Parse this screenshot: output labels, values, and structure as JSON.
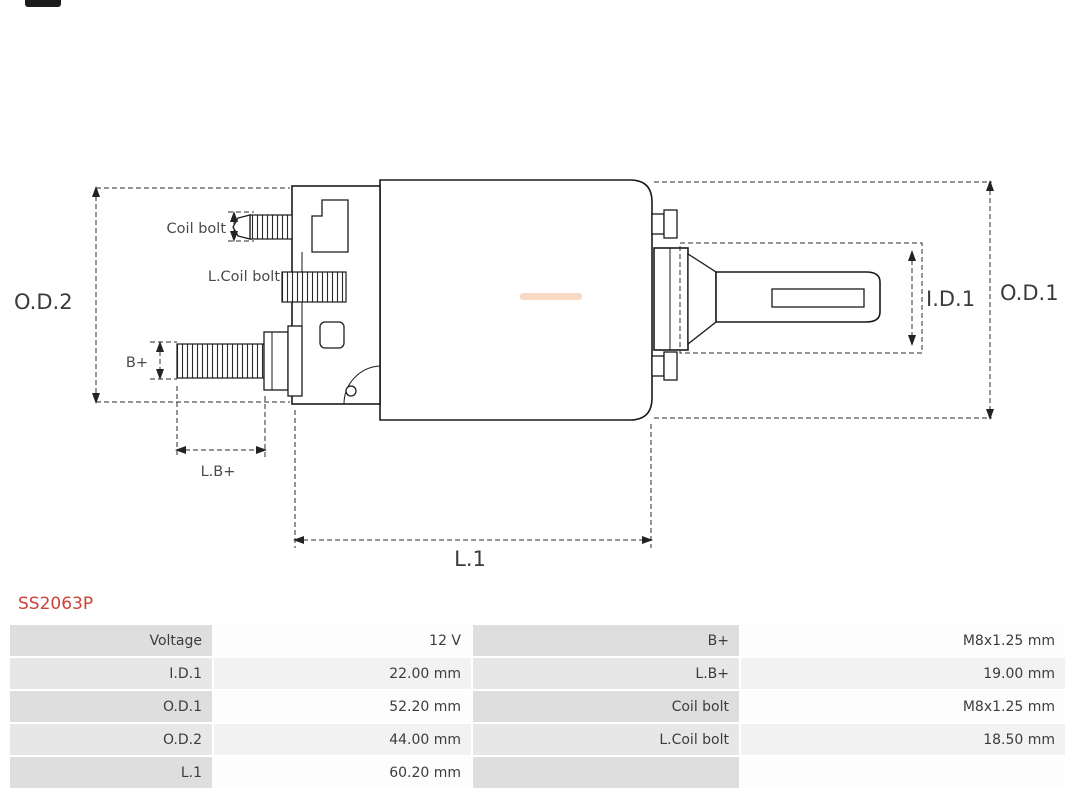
{
  "page": {
    "part_number": "SS2063P"
  },
  "diagram": {
    "labels": {
      "od2": "O.D.2",
      "od1": "O.D.1",
      "id1": "I.D.1",
      "coil_bolt": "Coil bolt",
      "l_coil_bolt": "L.Coil bolt",
      "b_plus": "B+",
      "l_b_plus": "L.B+",
      "l1": "L.1"
    }
  },
  "colors": {
    "part_number_red": "#cc4236",
    "table_label_bg": "#dedede",
    "table_value_bg": "#fdfdfd",
    "drawing_stroke": "#1a1a1a",
    "watermark_orange": "#e8823c"
  },
  "table": {
    "rows": [
      {
        "label1": "Voltage",
        "value1": "12 V",
        "label2": "B+",
        "value2": "M8x1.25 mm"
      },
      {
        "label1": "I.D.1",
        "value1": "22.00 mm",
        "label2": "L.B+",
        "value2": "19.00 mm"
      },
      {
        "label1": "O.D.1",
        "value1": "52.20 mm",
        "label2": "Coil bolt",
        "value2": "M8x1.25 mm"
      },
      {
        "label1": "O.D.2",
        "value1": "44.00 mm",
        "label2": "L.Coil bolt",
        "value2": "18.50 mm"
      },
      {
        "label1": "L.1",
        "value1": "60.20 mm",
        "label2": "",
        "value2": ""
      }
    ]
  }
}
